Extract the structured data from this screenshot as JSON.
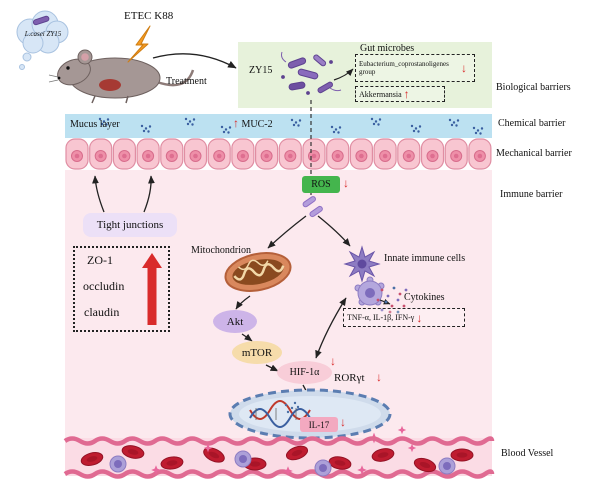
{
  "header": {
    "cloud_label": "L.casei ZY15",
    "etec_label": "ETEC K88",
    "treatment_label": "Treatment"
  },
  "gut": {
    "title": "Gut microbes",
    "zy15": "ZY15",
    "eubacterium": "Eubacterium_coprostanoligenes group",
    "akkermansia": "Akkermansia"
  },
  "mucus": {
    "label": "Mucus layer",
    "muc2": "MUC-2"
  },
  "barriers": {
    "biological": "Biological barriers",
    "chemical": "Chemical barrier",
    "mechanical": "Mechanical barrier",
    "immune": "Immune barrier",
    "blood_vessel": "Blood Vessel"
  },
  "tight_junction": {
    "label": "Tight junctions",
    "zo1": "ZO-1",
    "occludin": "occludin",
    "claudin": "claudin"
  },
  "pathway": {
    "ros": "ROS",
    "mitochondrion": "Mitochondrion",
    "akt": "Akt",
    "mtor": "mTOR",
    "hif1a": "HIF-1α",
    "rorgt": "RORγt",
    "il17": "IL-17"
  },
  "immune": {
    "innate_cells": "Innate immune cells",
    "cytokines": "Cytokines",
    "panel": "TNF-α, IL-1β, IFN-γ"
  },
  "indicators": {
    "up": "↑",
    "down": "↓"
  },
  "colors": {
    "indicator_red": "#d92b2b",
    "ros_green": "#44b54d",
    "gut_panel_green": "#e7f2db",
    "mucus_blue": "#bce1f1",
    "tissue_pink": "#fce9ee",
    "vessel_pink": "#fbdce5"
  }
}
